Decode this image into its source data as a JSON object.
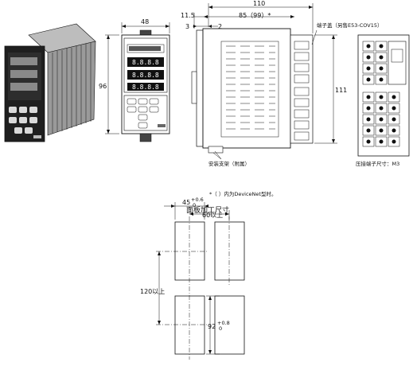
{
  "labels": {
    "front_width": "48",
    "front_height": "96",
    "side_total_width": "110",
    "side_offset": "11.5",
    "side_depth": "85（99）*",
    "side_dim_3": "3",
    "side_dim_2": "2",
    "side_height": "111",
    "terminal_cover": "端子盖（另售E53-COV15）",
    "mounting_bracket": "安装支架（附属）",
    "footnote": "*（ ）内为DeviceNet型时。",
    "crimp_terminal": "压接端子尺寸：M3",
    "panel_cutout_title": "面板加工尺寸",
    "cutout_width": "45",
    "cutout_width_tol": "+0.6",
    "cutout_width_tol_low": "0",
    "cutout_pitch_h": "60以上",
    "cutout_pitch_v": "120以上",
    "cutout_height": "92",
    "cutout_height_tol": "+0.8",
    "cutout_height_tol_low": "0"
  }
}
